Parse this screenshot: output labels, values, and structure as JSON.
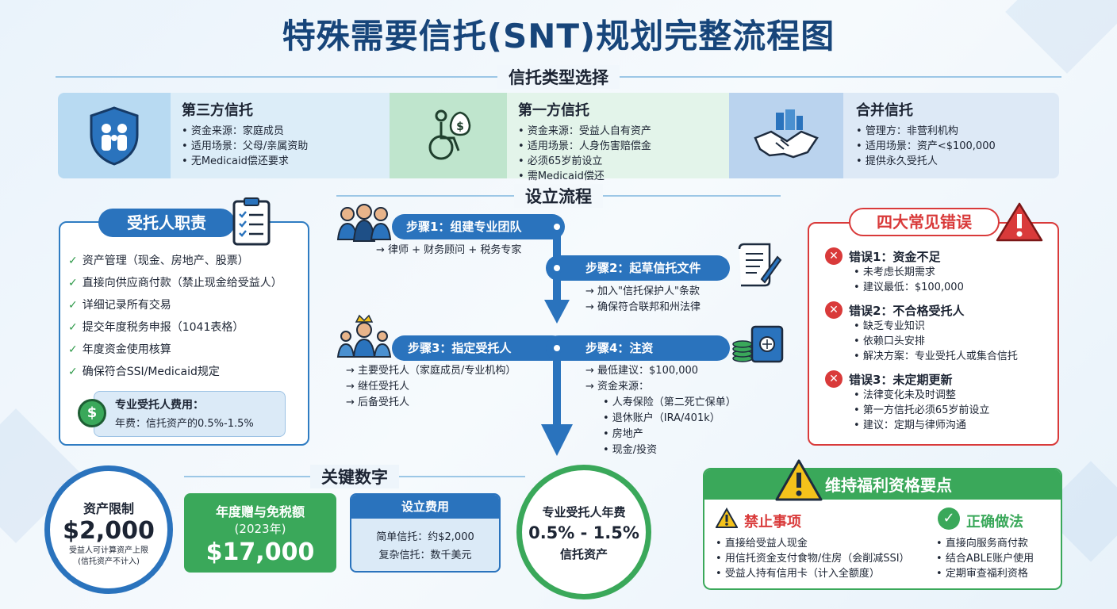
{
  "title": "特殊需要信托(SNT)规划完整流程图",
  "type_section": "信托类型选择",
  "trust_types": [
    {
      "title": "第三方信托",
      "bullets": [
        "资金来源：家庭成员",
        "适用场景：父母/亲属资助",
        "无Medicaid偿还要求"
      ]
    },
    {
      "title": "第一方信托",
      "bullets": [
        "资金来源：受益人自有资产",
        "适用场景：人身伤害赔偿金",
        "必须65岁前设立",
        "需Medicaid偿还"
      ]
    },
    {
      "title": "合并信托",
      "bullets": [
        "管理方：非营利机构",
        "适用场景：资产<$100,000",
        "提供永久受托人"
      ]
    }
  ],
  "duties": {
    "title": "受托人职责",
    "items": [
      "资产管理（现金、房地产、股票）",
      "直接向供应商付款（禁止现金给受益人）",
      "详细记录所有交易",
      "提交年度税务申报（1041表格）",
      "年度资金使用核算",
      "确保符合SSI/Medicaid规定"
    ],
    "fee_label": "专业受托人费用：",
    "fee_value": "年费：信托资产的0.5%-1.5%"
  },
  "process": {
    "title": "设立流程",
    "step1": "步骤1：组建专业团队",
    "step1_sub": "→ 律师 + 财务顾问 + 税务专家",
    "step2": "步骤2：起草信托文件",
    "step2_sub": [
      "→ 加入\"信托保护人\"条款",
      "→ 确保符合联邦和州法律"
    ],
    "step3": "步骤3：指定受托人",
    "step3_sub": [
      "→ 主要受托人（家庭成员/专业机构）",
      "→ 继任受托人",
      "→ 后备受托人"
    ],
    "step4": "步骤4：注资",
    "step4_sub": [
      "→ 最低建议：$100,000",
      "→ 资金来源：",
      "• 人寿保险（第二死亡保单）",
      "• 退休账户（IRA/401k）",
      "• 房地产",
      "• 现金/投资"
    ]
  },
  "errors": {
    "title": "四大常见错误",
    "items": [
      {
        "title": "错误1：资金不足",
        "bullets": [
          "未考虑长期需求",
          "建议最低：$100,000"
        ]
      },
      {
        "title": "错误2：不合格受托人",
        "bullets": [
          "缺乏专业知识",
          "依赖口头安排",
          "解决方案：专业受托人或集合信托"
        ]
      },
      {
        "title": "错误3：未定期更新",
        "bullets": [
          "法律变化未及时调整",
          "第一方信托必须65岁前设立",
          "建议：定期与律师沟通"
        ]
      }
    ]
  },
  "key_numbers": {
    "title": "关键数字",
    "asset_limit": {
      "label": "资产限制",
      "value": "$2,000",
      "note1": "受益人可计算资产上限",
      "note2": "(信托资产不计入)"
    },
    "gift_exclusion": {
      "label": "年度赠与免税额",
      "year": "(2023年)",
      "value": "$17,000"
    },
    "setup_fee": {
      "label": "设立费用",
      "line1": "简单信托：约$2,000",
      "line2": "复杂信托：数千美元"
    },
    "trustee_fee": {
      "label": "专业受托人年费",
      "value": "0.5% - 1.5%",
      "note": "信托资产"
    }
  },
  "eligibility": {
    "title": "维持福利资格要点",
    "prohibited_title": "禁止事项",
    "prohibited": [
      "直接给受益人现金",
      "用信托资金支付食物/住房（会削减SSI）",
      "受益人持有信用卡（计入全额度）"
    ],
    "correct_title": "正确做法",
    "correct": [
      "直接向服务商付款",
      "结合ABLE账户使用",
      "定期审查福利资格"
    ]
  },
  "colors": {
    "primary": "#2a73bd",
    "green": "#3aa85a",
    "red": "#d93a3a",
    "title": "#17457a"
  }
}
